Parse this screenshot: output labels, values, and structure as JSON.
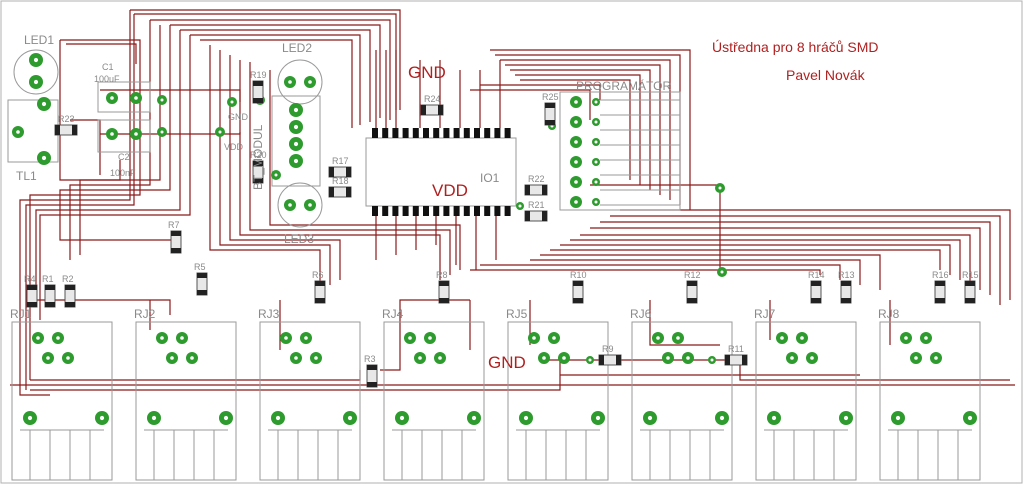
{
  "title_line1": "Ústředna pro 8 hráčů SMD",
  "title_line2": "Pavel Novák",
  "net_gnd": "GND",
  "net_vdd": "VDD",
  "programmer": "PROGRAMÁTOR",
  "bt_module": "BT_MODUL",
  "ic": "IO1",
  "led1": "LED1",
  "led2": "LED2",
  "led3": "LED3",
  "tl1": "TL1",
  "c1": "C1",
  "c1_value": "100uF",
  "c2": "C2",
  "c2_value": "100nF",
  "small_gnd": "GND",
  "small_vdd": "VDD",
  "resistors": [
    "R1",
    "R2",
    "R3",
    "R4",
    "R5",
    "R6",
    "R7",
    "R8",
    "R9",
    "R10",
    "R11",
    "R12",
    "R13",
    "R14",
    "R15",
    "R16",
    "R17",
    "R18",
    "R19",
    "R20",
    "R21",
    "R22",
    "R23",
    "R24",
    "R25"
  ],
  "jacks": [
    "RJ1",
    "RJ2",
    "RJ3",
    "RJ4",
    "RJ5",
    "RJ6",
    "RJ7",
    "RJ8"
  ]
}
